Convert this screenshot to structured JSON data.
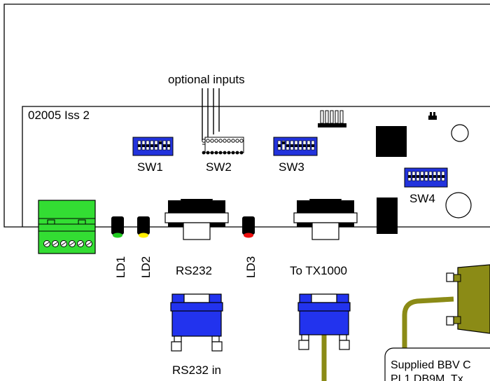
{
  "board": {
    "id_label": "02005 Iss 2",
    "optional_inputs_label": "optional inputs"
  },
  "switches": {
    "sw1": "SW1",
    "sw2": "SW2",
    "sw3": "SW3",
    "sw4": "SW4"
  },
  "leds": {
    "ld1": "LD1",
    "ld2": "LD2",
    "ld3": "LD3"
  },
  "connectors": {
    "rs232": "RS232",
    "to_tx1000": "To TX1000",
    "rs232_in": "RS232 in"
  },
  "callout": {
    "line1": "Supplied BBV C",
    "line2": "PL1 DB9M, Tx"
  },
  "colors": {
    "board_outline": "#000000",
    "dip_blue": "#2233dd",
    "terminal_green": "#33dd33",
    "db9_blue": "#2233ee",
    "cable_olive": "#8b8b16",
    "led_green": "#22cc22",
    "led_yellow": "#ffee00",
    "led_red": "#ee1111"
  }
}
